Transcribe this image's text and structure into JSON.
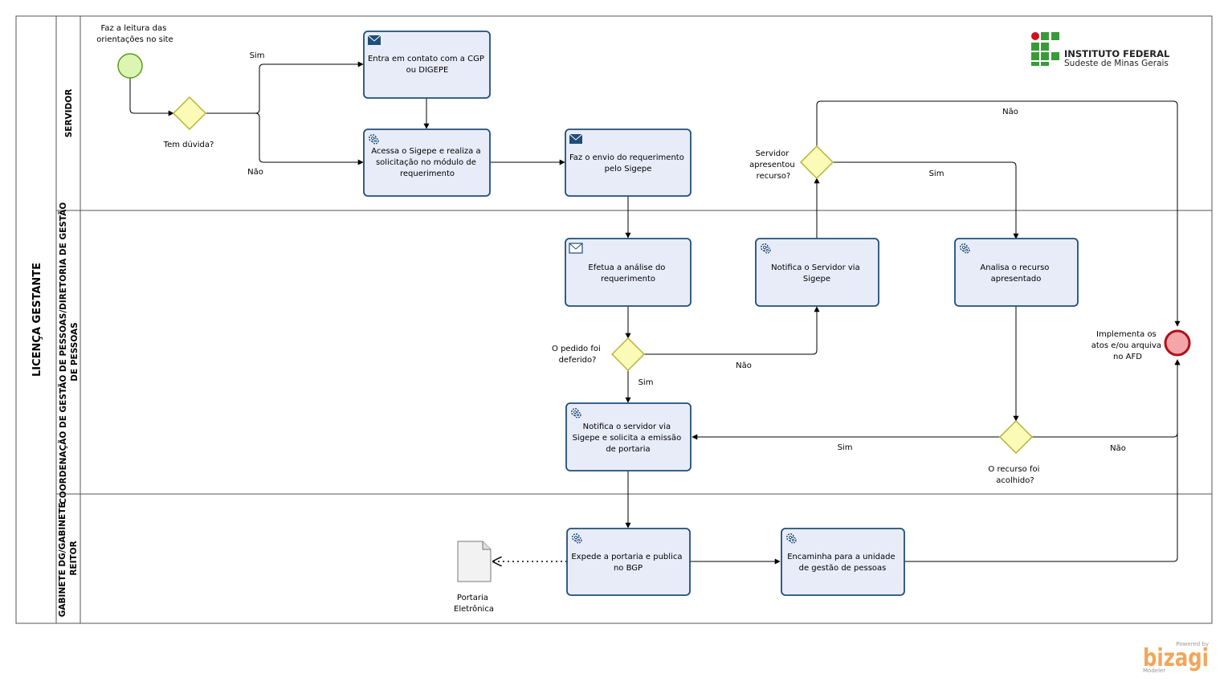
{
  "pool": {
    "title": "LICENÇA GESTANTE"
  },
  "lanes": {
    "servidor": "SERVIDOR",
    "coordenacao": [
      "COORDENAÇÃO DE GESTÃO DE PESSOAS/DIRETORIA DE GESTÃO",
      "DE PESSOAS"
    ],
    "gabinete": [
      "GABINETE DG/GABINETE",
      "REITOR"
    ]
  },
  "start_event": {
    "label": [
      "Faz a leitura das",
      "orientações no site"
    ]
  },
  "end_event": {
    "label": [
      "Implementa os",
      "atos e/ou arquiva",
      "no AFD"
    ]
  },
  "tasks": {
    "entra_contato": [
      "Entra em contato com a CGP",
      "ou DIGEPE"
    ],
    "acessa_sigepe": [
      "Acessa o Sigepe e realiza a",
      "solicitação no módulo de",
      "requerimento"
    ],
    "envio_requerimento": [
      "Faz o envio do requerimento",
      "pelo Sigepe"
    ],
    "efetua_analise": [
      "Efetua a análise do",
      "requerimento"
    ],
    "notifica_servidor": [
      "Notifica o Servidor via",
      "Sigepe"
    ],
    "analisa_recurso": [
      "Analisa o recurso",
      "apresentado"
    ],
    "notifica_portaria": [
      "Notifica o servidor via",
      "Sigepe e solicita a emissão",
      "de portaria"
    ],
    "expede_portaria": [
      "Expede a portaria e publica",
      "no BGP"
    ],
    "encaminha": [
      "Encaminha para a unidade",
      "de gestão de pessoas"
    ]
  },
  "gateways": {
    "tem_duvida": [
      "Tem dúvida?"
    ],
    "servidor_recurso": [
      "Servidor",
      "apresentou",
      "recurso?"
    ],
    "pedido_deferido": [
      "O pedido foi",
      "deferido?"
    ],
    "recurso_acolhido": [
      "O recurso foi",
      "acolhido?"
    ]
  },
  "flow_labels": {
    "sim": "Sim",
    "nao": "Não"
  },
  "document": {
    "label": [
      "Portaria",
      "Eletrônica"
    ]
  },
  "logo": {
    "title": "INSTITUTO FEDERAL",
    "subtitle": "Sudeste de Minas Gerais"
  },
  "watermark": {
    "powered": "Powered by",
    "brand": "bizagi",
    "product": "Modeler"
  },
  "colors": {
    "task_fill": "#e8ecf9",
    "task_stroke": "#1f4e79",
    "gateway_fill": "#fbfbb7",
    "gateway_stroke": "#b4b43a",
    "start_fill": "#dcf5b2",
    "start_stroke": "#5a9a1a",
    "end_fill": "#f3a5a8",
    "end_stroke": "#b0101a"
  }
}
